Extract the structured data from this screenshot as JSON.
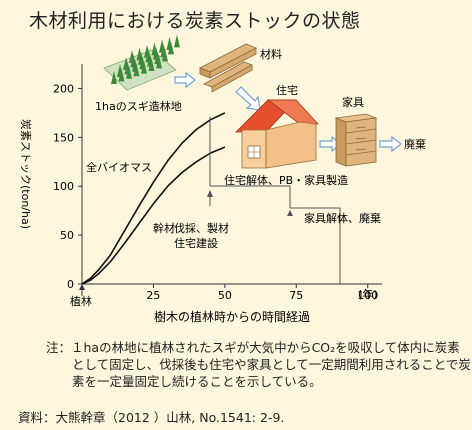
{
  "title": "木材利用における炭素ストックの状態",
  "chart_data": {
    "type": "line",
    "title": "木材利用における炭素ストックの状態",
    "xlabel": "樹木の植林時からの時間経過",
    "ylabel": "炭素ストック(ton/ha)",
    "x_unit": "(年)",
    "xlim": [
      0,
      105
    ],
    "ylim": [
      0,
      225
    ],
    "x_ticks": [
      25,
      50,
      75,
      100
    ],
    "y_ticks": [
      0,
      50,
      100,
      150,
      200
    ],
    "origin_label": "植林",
    "series": [
      {
        "name": "全バイオマス",
        "x": [
          0,
          3,
          6,
          10,
          15,
          20,
          25,
          30,
          35,
          40,
          45,
          50
        ],
        "y": [
          0,
          6,
          15,
          30,
          55,
          80,
          104,
          126,
          144,
          158,
          168,
          175
        ]
      },
      {
        "name": "幹材",
        "x": [
          0,
          3,
          6,
          10,
          15,
          20,
          25,
          30,
          35,
          40,
          45,
          50
        ],
        "y": [
          0,
          4,
          11,
          23,
          42,
          62,
          82,
          100,
          114,
          125,
          134,
          140
        ]
      }
    ],
    "annotations": {
      "forest": "1haのスギ造林地",
      "lumber": "材料",
      "house": "住宅",
      "furniture": "家具",
      "disposal": "廃棄",
      "harvest": [
        "伐採、製材",
        "住宅建設"
      ],
      "house_demolition": "住宅解体、PB・家具製造",
      "furniture_disposal": "家具解体、廃棄"
    }
  },
  "note": "注：１haの林地に植林されたスギが大気中からCO₂を吸収して体内に炭素として固定し、伐採後も住宅や家具として一定期間利用されることで炭素を一定量固定し続けることを示している。",
  "source": "資料：大熊幹章（2012 ）山林, No.1541: 2-9.",
  "colors": {
    "tree": "#3f8a3a",
    "roof": "#e6502e",
    "wall": "#f6cf9c",
    "wood": "#e0b57d",
    "arrow": "#6fa3d6"
  }
}
